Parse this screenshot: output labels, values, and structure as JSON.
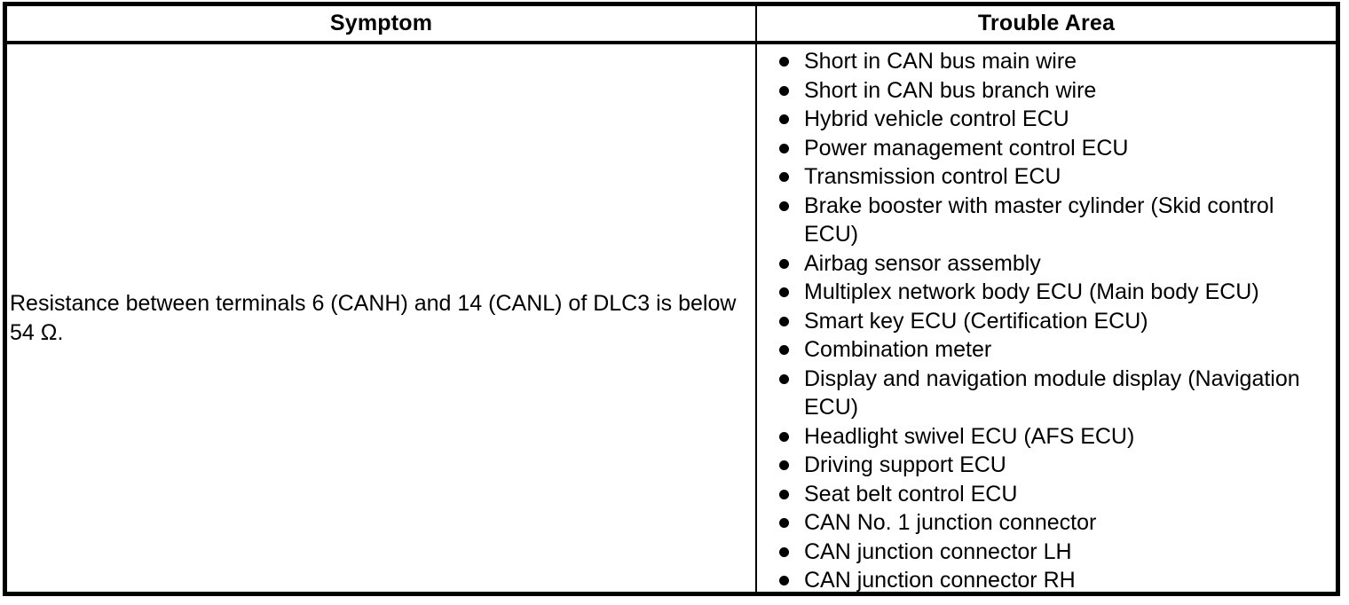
{
  "table": {
    "headers": {
      "symptom": "Symptom",
      "trouble_area": "Trouble Area"
    },
    "row": {
      "symptom": "Resistance between terminals 6 (CANH) and 14 (CANL) of DLC3 is below 54 Ω.",
      "trouble_areas": [
        "Short in CAN bus main wire",
        "Short in CAN bus branch wire",
        "Hybrid vehicle control ECU",
        "Power management control ECU",
        "Transmission control ECU",
        "Brake booster with master cylinder (Skid control ECU)",
        "Airbag sensor assembly",
        "Multiplex network body ECU (Main body ECU)",
        "Smart key ECU (Certification ECU)",
        "Combination meter",
        "Display and navigation module display (Navigation ECU)",
        "Headlight swivel ECU (AFS ECU)",
        "Driving support ECU",
        "Seat belt control ECU",
        "CAN No. 1 junction connector",
        "CAN junction connector LH",
        "CAN junction connector RH"
      ]
    },
    "colors": {
      "border": "#000000",
      "text": "#000000",
      "background": "#ffffff"
    }
  }
}
